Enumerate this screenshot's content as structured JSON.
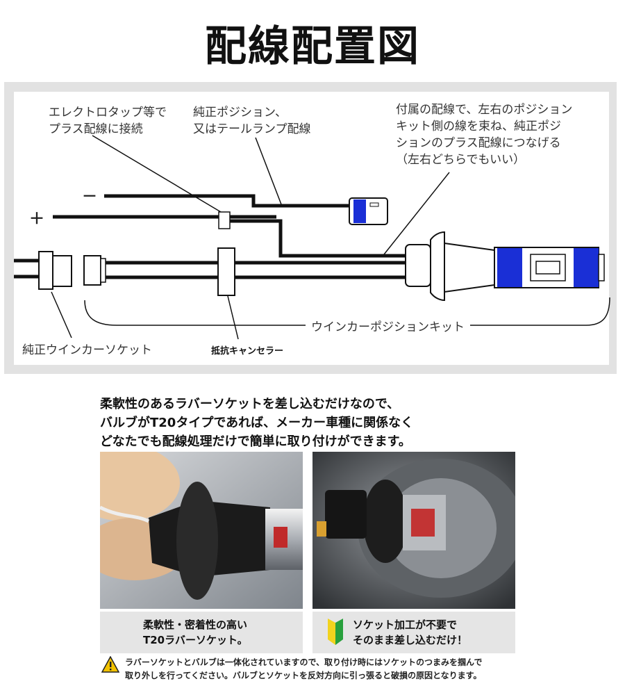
{
  "title": "配線配置図",
  "diagram": {
    "note_tap": "エレクトロタップ等で\nプラス配線に接続",
    "note_position": "純正ポジション、\n又はテールランプ配線",
    "note_kit": "付属の配線で、左右のポジション\nキット側の線を束ね、純正ポジ\nションのプラス配線につなげる\n（左右どちらでもいい）",
    "minus": "－",
    "plus": "＋",
    "kit_label": "ウインカーポジションキット",
    "socket_label": "純正ウインカーソケット",
    "canceller_label": "抵抗キャンセラー",
    "colors": {
      "bulb_blue": "#1a2fd6",
      "wire": "#111111"
    }
  },
  "caption": "柔軟性のあるラバーソケットを差し込むだけなので、\nバルブがT20タイプであれば、メーカー車種に関係なく\nどなたでも配線処理だけで簡単に取り付けができます。",
  "panels": {
    "left_text": "柔軟性・密着性の高い\nT20ラバーソケット。",
    "right_text": "ソケット加工が不要で\nそのまま差し込むだけ！"
  },
  "warning": "ラバーソケットとバルブは一体化されていますので、取り付け時にはソケットのつまみを掴んで\n取り外しを行ってください。バルブとソケットを反対方向に引っ張ると破損の原因となります。"
}
